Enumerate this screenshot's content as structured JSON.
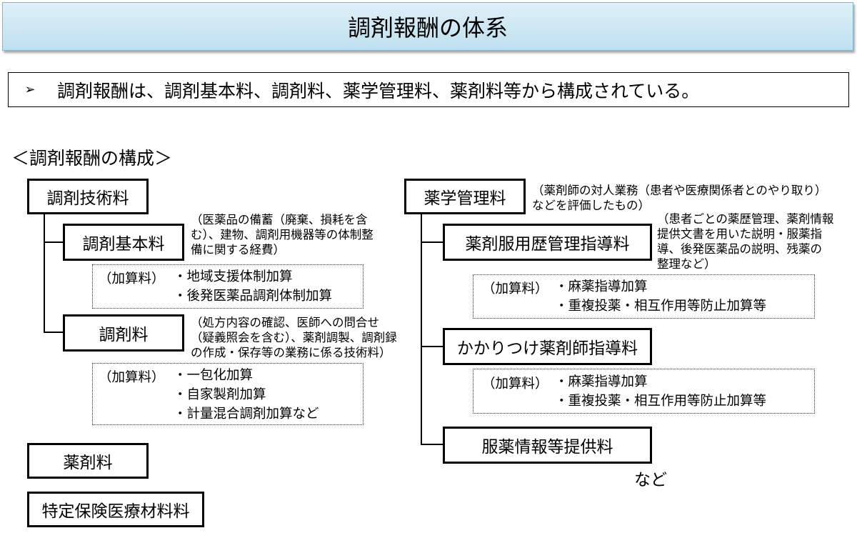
{
  "title": "調剤報酬の体系",
  "summary": {
    "bullet": "➢",
    "text": "調剤報酬は、調剤基本料、調剤料、薬学管理料、薬剤料等から構成されている。"
  },
  "section_heading": "＜調剤報酬の構成＞",
  "left": {
    "technical_fee": "調剤技術料",
    "basic_fee": {
      "label": "調剤基本料",
      "note_lines": [
        "（医薬品の備蓄（廃棄、損耗を含",
        "む）、建物、調剤用機器等の体制整",
        "備に関する経費）"
      ],
      "addition_label": "（加算料）",
      "additions": [
        "・地域支援体制加算",
        "・後発医薬品調剤体制加算"
      ]
    },
    "dispensing_fee": {
      "label": "調剤料",
      "note_lines": [
        "（処方内容の確認、医師への問合せ",
        "（疑義照会を含む）、薬剤調製、調剤録",
        "の作成・保存等の業務に係る技術料）"
      ],
      "addition_label": "（加算料）",
      "additions": [
        "・一包化加算",
        "・自家製剤加算",
        "・計量混合調剤加算など"
      ]
    },
    "drug_fee": "薬剤料",
    "material_fee": "特定保険医療材料料"
  },
  "right": {
    "management_fee": {
      "label": "薬学管理料",
      "note_lines": [
        "（薬剤師の対人業務（患者や医療関係者とのやり取り）",
        "などを評価したもの）"
      ]
    },
    "history_guidance": {
      "label": "薬剤服用歴管理指導料",
      "note_lines": [
        "（患者ごとの薬歴管理、薬剤情報",
        "提供文書を用いた説明・服薬指",
        "導、後発医薬品の説明、残薬の",
        "整理など）"
      ],
      "addition_label": "（加算料）",
      "additions": [
        "・麻薬指導加算",
        "・重複投薬・相互作用等防止加算等"
      ]
    },
    "family_pharmacist": {
      "label": "かかりつけ薬剤師指導料",
      "addition_label": "（加算料）",
      "additions": [
        "・麻薬指導加算",
        "・重複投薬・相互作用等防止加算等"
      ]
    },
    "info_provision": "服薬情報等提供料",
    "etc": "など"
  }
}
